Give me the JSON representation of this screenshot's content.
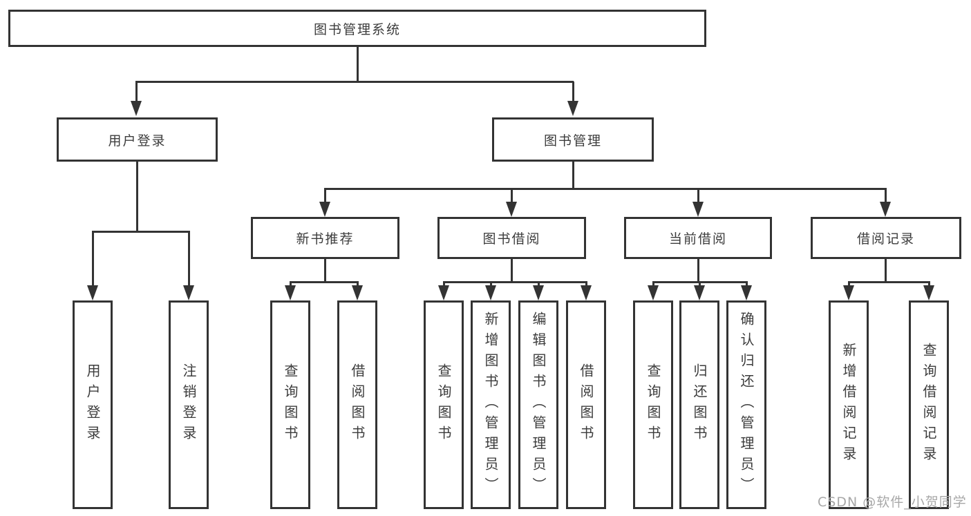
{
  "nodes": {
    "root": "图书管理系统",
    "user_login": "用户登录",
    "book_management": "图书管理",
    "new_book_recommend": "新书推荐",
    "book_borrowing": "图书借阅",
    "current_borrowing": "当前借阅",
    "borrowing_records": "借阅记录",
    "leaf_user_login": "用户登录",
    "leaf_logout": "注销登录",
    "leaf_nb_query_books": "查询图书",
    "leaf_nb_borrow_books": "借阅图书",
    "leaf_bb_query_books": "查询图书",
    "leaf_bb_add_books": "新增图书（管理员）",
    "leaf_bb_edit_books": "编辑图书（管理员）",
    "leaf_bb_borrow_books": "借阅图书",
    "leaf_cb_query_books": "查询图书",
    "leaf_cb_return_books": "归还图书",
    "leaf_cb_confirm_return": "确认归还（管理员）",
    "leaf_br_add_record": "新增借阅记录",
    "leaf_br_query_record": "查询借阅记录"
  },
  "watermark": "CSDN @软件_小贺同学",
  "colors": {
    "line": "#333333",
    "text": "#3c3c3c",
    "watermark": "#a8a8a8",
    "background": "#ffffff"
  }
}
